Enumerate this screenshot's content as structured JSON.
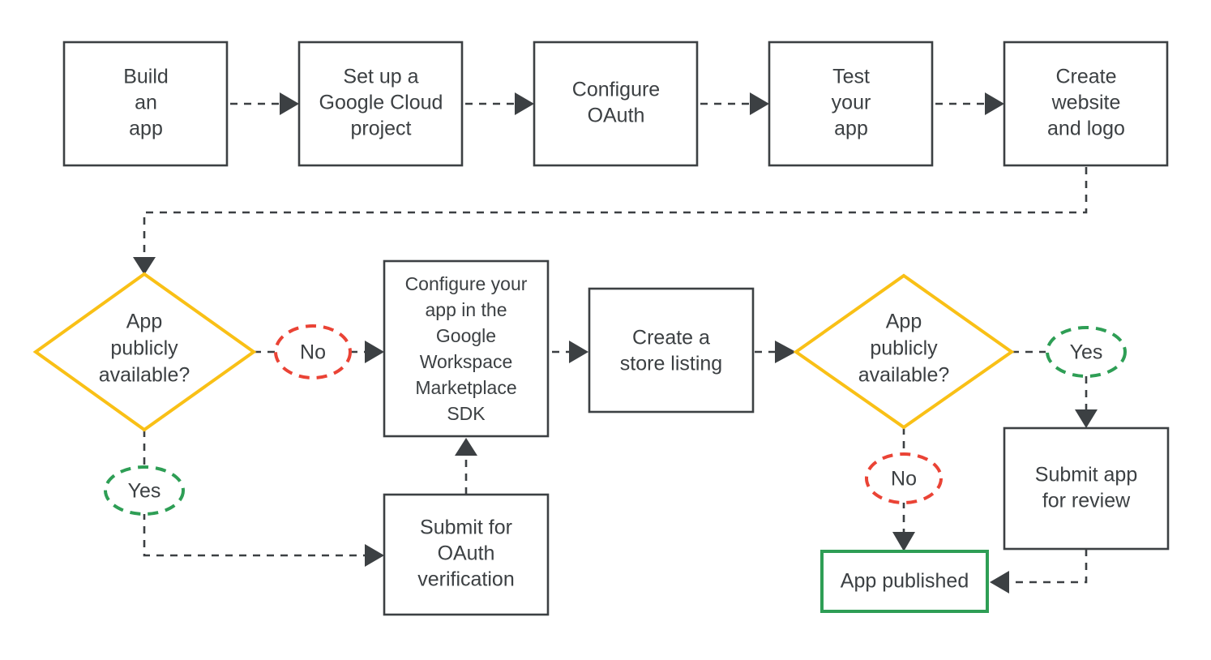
{
  "diagram": {
    "title": "Google Workspace Marketplace app publishing flowchart",
    "colors": {
      "node_stroke": "#3c4043",
      "text": "#3c4043",
      "decision_stroke": "#f9c016",
      "yes_stroke": "#2e9e55",
      "no_stroke": "#ea4335",
      "published_stroke": "#2e9e55",
      "connector": "#3c4043",
      "background": "#ffffff"
    },
    "nodes": [
      {
        "id": "build-an-app",
        "type": "process",
        "lines": [
          "Build",
          "an",
          "app"
        ]
      },
      {
        "id": "set-up-google-cloud-project",
        "type": "process",
        "lines": [
          "Set up a",
          "Google Cloud",
          "project"
        ]
      },
      {
        "id": "configure-oauth",
        "type": "process",
        "lines": [
          "Configure",
          "OAuth"
        ]
      },
      {
        "id": "test-your-app",
        "type": "process",
        "lines": [
          "Test",
          "your",
          "app"
        ]
      },
      {
        "id": "create-website-and-logo",
        "type": "process",
        "lines": [
          "Create",
          "website",
          "and logo"
        ]
      },
      {
        "id": "decision-app-publicly-available-1",
        "type": "decision",
        "lines": [
          "App",
          "publicly",
          "available?"
        ]
      },
      {
        "id": "configure-app-in-marketplace-sdk",
        "type": "process",
        "lines": [
          "Configure your",
          "app in the",
          "Google",
          "Workspace",
          "Marketplace",
          "SDK"
        ]
      },
      {
        "id": "create-a-store-listing",
        "type": "process",
        "lines": [
          "Create a",
          "store listing"
        ]
      },
      {
        "id": "decision-app-publicly-available-2",
        "type": "decision",
        "lines": [
          "App",
          "publicly",
          "available?"
        ]
      },
      {
        "id": "submit-for-oauth-verification",
        "type": "process",
        "lines": [
          "Submit for",
          "OAuth",
          "verification"
        ]
      },
      {
        "id": "submit-app-for-review",
        "type": "process",
        "lines": [
          "Submit app",
          "for review"
        ]
      },
      {
        "id": "app-published",
        "type": "terminal",
        "lines": [
          "App published"
        ]
      }
    ],
    "branch_labels": [
      {
        "id": "no-label-1",
        "text": "No",
        "kind": "no"
      },
      {
        "id": "yes-label-1",
        "text": "Yes",
        "kind": "yes"
      },
      {
        "id": "yes-label-2",
        "text": "Yes",
        "kind": "yes"
      },
      {
        "id": "no-label-2",
        "text": "No",
        "kind": "no"
      }
    ],
    "edges": [
      {
        "from": "build-an-app",
        "to": "set-up-google-cloud-project",
        "label": ""
      },
      {
        "from": "set-up-google-cloud-project",
        "to": "configure-oauth",
        "label": ""
      },
      {
        "from": "configure-oauth",
        "to": "test-your-app",
        "label": ""
      },
      {
        "from": "test-your-app",
        "to": "create-website-and-logo",
        "label": ""
      },
      {
        "from": "create-website-and-logo",
        "to": "decision-app-publicly-available-1",
        "label": ""
      },
      {
        "from": "decision-app-publicly-available-1",
        "to": "configure-app-in-marketplace-sdk",
        "label": "No"
      },
      {
        "from": "decision-app-publicly-available-1",
        "to": "submit-for-oauth-verification",
        "label": "Yes"
      },
      {
        "from": "submit-for-oauth-verification",
        "to": "configure-app-in-marketplace-sdk",
        "label": ""
      },
      {
        "from": "configure-app-in-marketplace-sdk",
        "to": "create-a-store-listing",
        "label": ""
      },
      {
        "from": "create-a-store-listing",
        "to": "decision-app-publicly-available-2",
        "label": ""
      },
      {
        "from": "decision-app-publicly-available-2",
        "to": "submit-app-for-review",
        "label": "Yes"
      },
      {
        "from": "decision-app-publicly-available-2",
        "to": "app-published",
        "label": "No"
      },
      {
        "from": "submit-app-for-review",
        "to": "app-published",
        "label": ""
      }
    ]
  }
}
